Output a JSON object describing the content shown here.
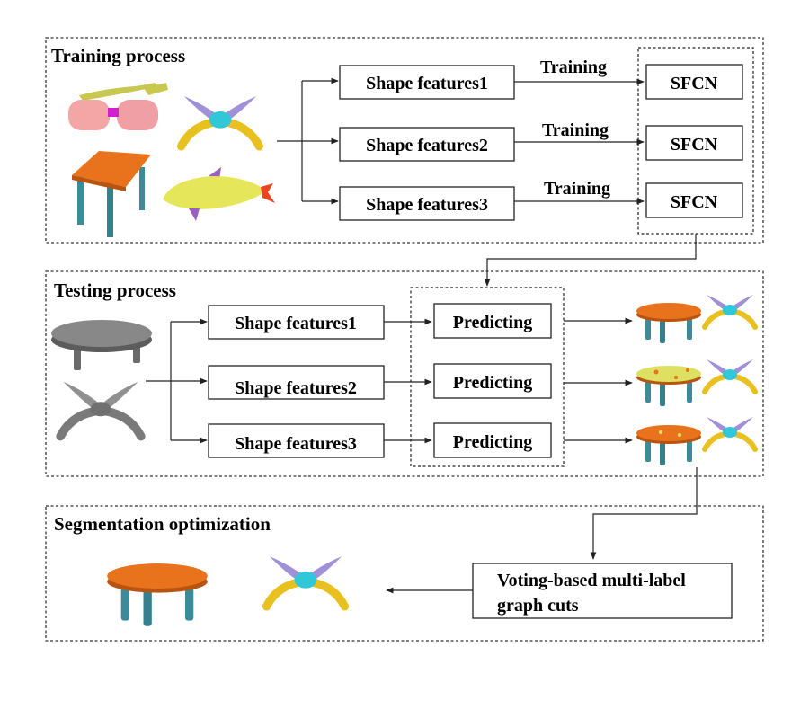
{
  "sections": {
    "training": {
      "title": "Training process"
    },
    "testing": {
      "title": "Testing process"
    },
    "optimization": {
      "title": "Segmentation optimization"
    }
  },
  "training": {
    "features": [
      "Shape features1",
      "Shape features2",
      "Shape features3"
    ],
    "edge_label": "Training",
    "model": "SFCN"
  },
  "testing": {
    "features": [
      "Shape features1",
      "Shape features2",
      "Shape features3"
    ],
    "predict_label": "Predicting"
  },
  "optimization": {
    "method_line1": "Voting-based multi-label",
    "method_line2": "graph cuts"
  },
  "colors": {
    "orange": "#e8731c",
    "leg": "#3d8a9a",
    "gray": "#808080",
    "pink": "#f4a6a6",
    "yellow": "#e8c020",
    "purple": "#a090d8",
    "cyan": "#30c8d8",
    "lime": "#dde060"
  },
  "illustrations": [
    "glasses-icon",
    "chair-base-icon",
    "table-icon",
    "dolphin-icon"
  ]
}
